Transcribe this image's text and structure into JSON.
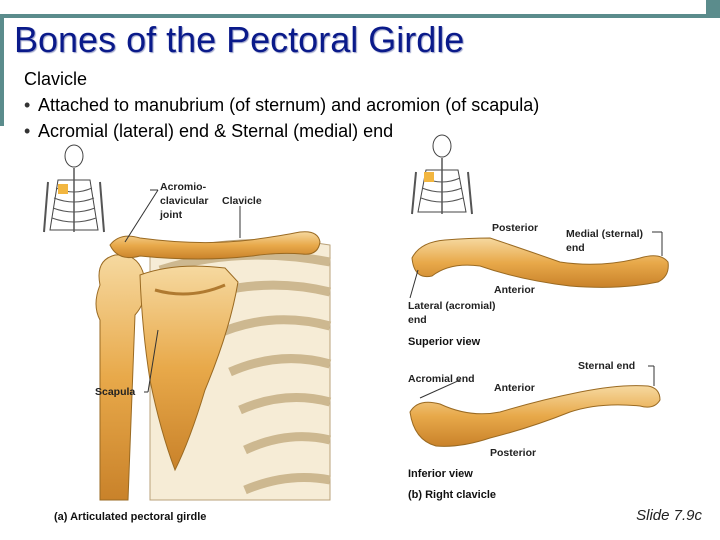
{
  "title": "Bones of the Pectoral Girdle",
  "subheading": "Clavicle",
  "bullets": [
    "Attached to manubrium (of sternum) and acromion (of scapula)",
    "Acromial (lateral) end & Sternal (medial) end"
  ],
  "figure_a": {
    "labels": {
      "acromio_1": "Acromio-",
      "acromio_2": "clavicular",
      "acromio_3": "joint",
      "clavicle": "Clavicle",
      "scapula": "Scapula"
    },
    "caption": "(a) Articulated pectoral girdle"
  },
  "figure_b": {
    "labels": {
      "posterior_top": "Posterior",
      "medial_1": "Medial (sternal)",
      "medial_2": "end",
      "anterior_top": "Anterior",
      "lateral_1": "Lateral (acromial)",
      "lateral_2": "end",
      "superior_view": "Superior view",
      "sternal_end": "Sternal end",
      "acromial_end": "Acromial end",
      "anterior_bottom": "Anterior",
      "posterior_bottom": "Posterior",
      "inferior_view": "Inferior view"
    },
    "caption": "(b) Right clavicle"
  },
  "slide_number": "Slide 7.9c",
  "colors": {
    "title": "#0a1a8a",
    "accent_bar": "#5b8c8c",
    "bone": "#e8a94a"
  }
}
